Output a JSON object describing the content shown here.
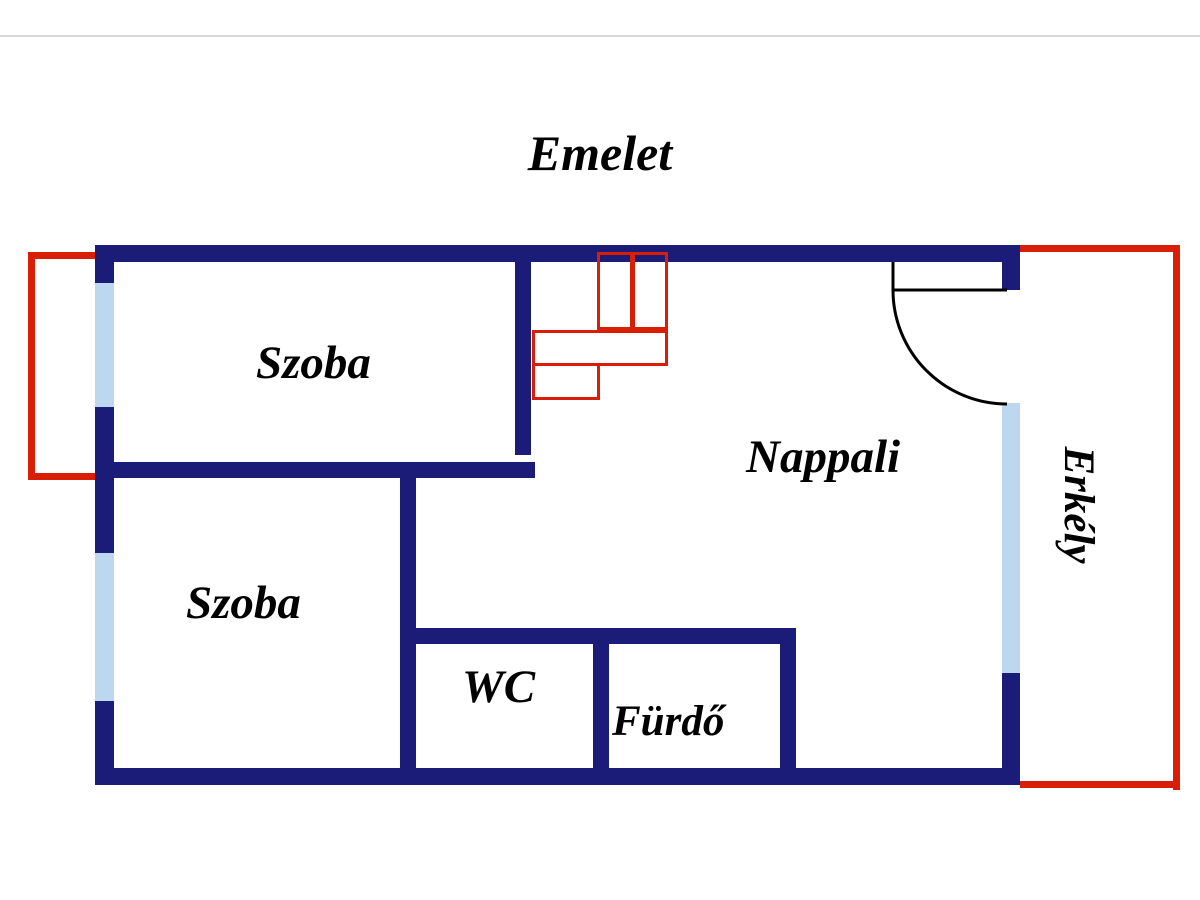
{
  "title": "Emelet",
  "colors": {
    "wall": "#1b1b78",
    "red": "#d81f06",
    "window": "#bdd8ee",
    "text": "#000000"
  },
  "rooms": [
    {
      "id": "szoba-upper",
      "label": "Szoba"
    },
    {
      "id": "szoba-lower",
      "label": "Szoba"
    },
    {
      "id": "nappali",
      "label": "Nappali"
    },
    {
      "id": "wc",
      "label": "WC"
    },
    {
      "id": "furdo",
      "label": "Fürdő"
    },
    {
      "id": "erkely",
      "label": "Erkély"
    }
  ],
  "features": {
    "stairs": "staircase",
    "door": "balcony-door-swing",
    "windows": 3,
    "balconies": 2
  }
}
